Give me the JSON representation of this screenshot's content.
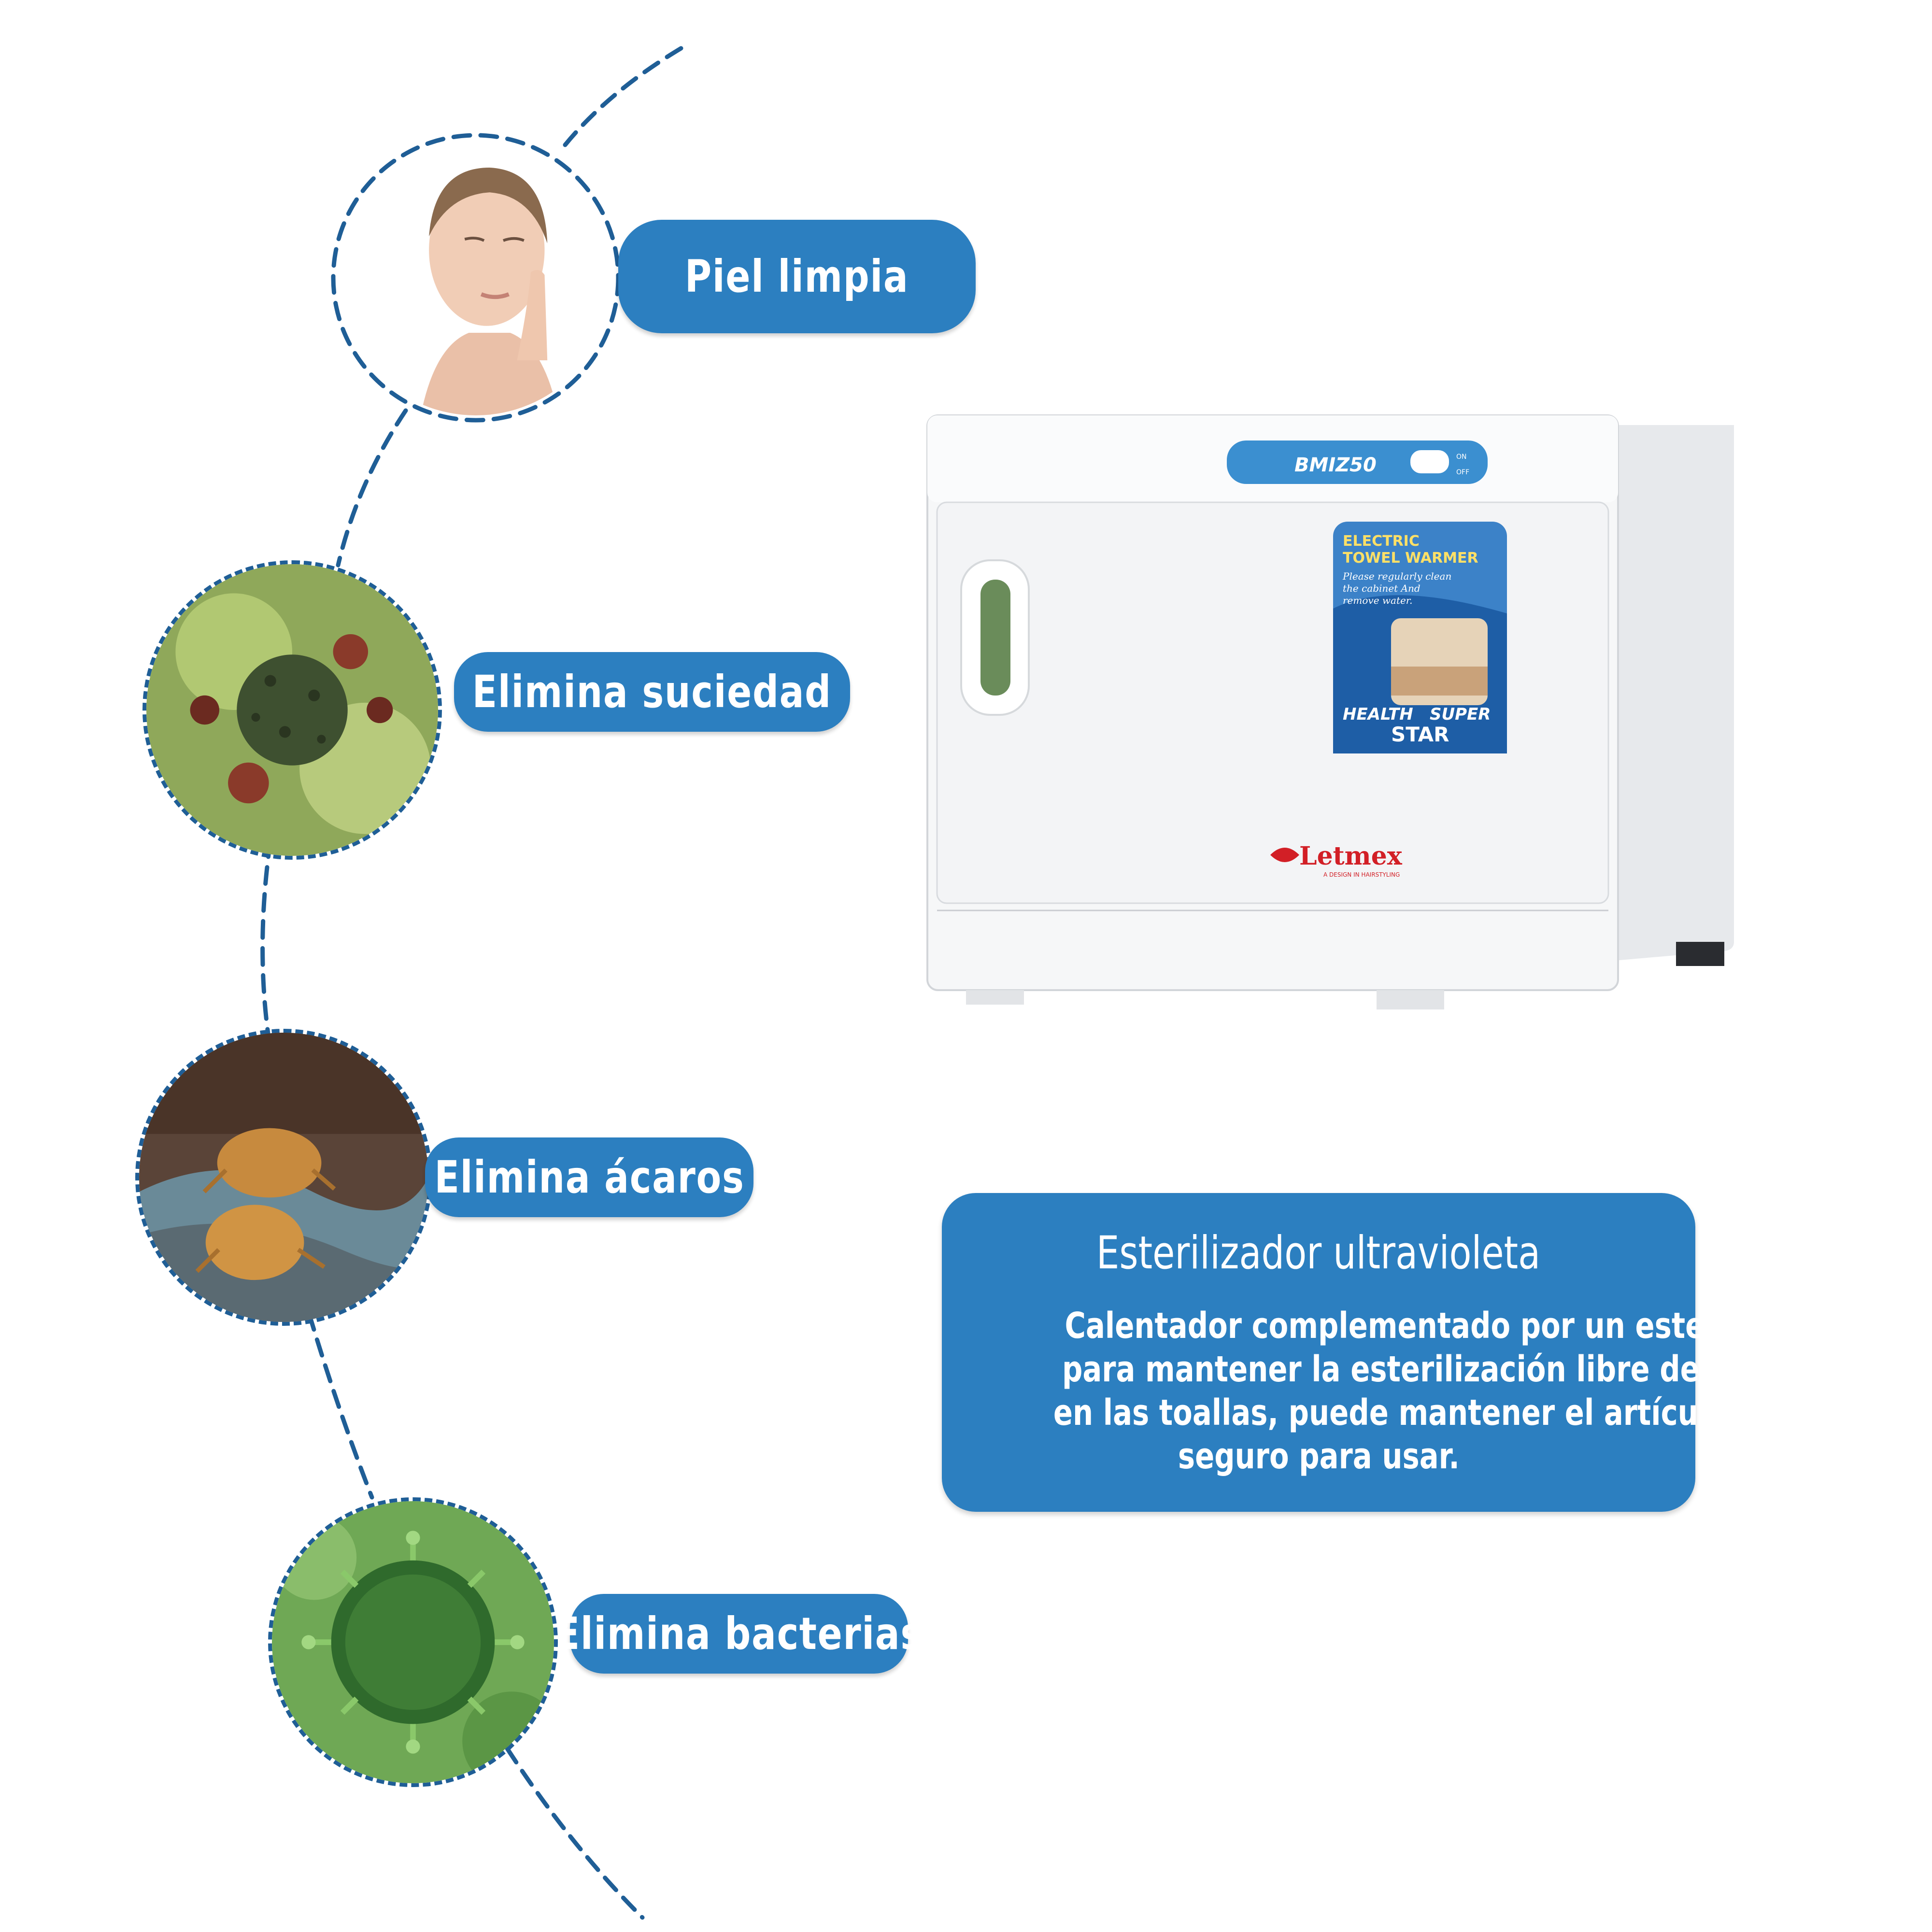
{
  "benefits": [
    {
      "label": "Piel limpia",
      "image": "face-skin"
    },
    {
      "label": "Elimina suciedad",
      "image": "germs-dirt"
    },
    {
      "label": "Elimina ácaros",
      "image": "dust-mites"
    },
    {
      "label": "Elimina bacterias",
      "image": "bacteria"
    }
  ],
  "info": {
    "title": "Esterilizador ultravioleta",
    "body_lines": [
      "Calentador complementado por un esterilizador UV",
      "para mantener la esterilización libre de gérmenes",
      "en las toallas, puede mantener el artículo tan",
      "seguro para usar."
    ]
  },
  "product": {
    "model": "BMIZ50",
    "switch_on": "ON",
    "switch_off": "OFF",
    "sticker_title_1": "ELECTRIC",
    "sticker_title_2": "TOWEL WARMER",
    "sticker_note_1": "Please regularly  clean",
    "sticker_note_2": "the cabinet  And",
    "sticker_note_3": "remove water.",
    "sticker_badge_1": "HEALTH",
    "sticker_badge_2": "SUPER",
    "sticker_badge_3": "STAR",
    "brand": "Letmex",
    "brand_tagline": "A DESIGN IN HAIRSTYLING"
  },
  "colors": {
    "accent_blue": "#2c7fc0",
    "dash_blue": "#1f5e96",
    "cabinet_white": "#f4f5f7"
  }
}
